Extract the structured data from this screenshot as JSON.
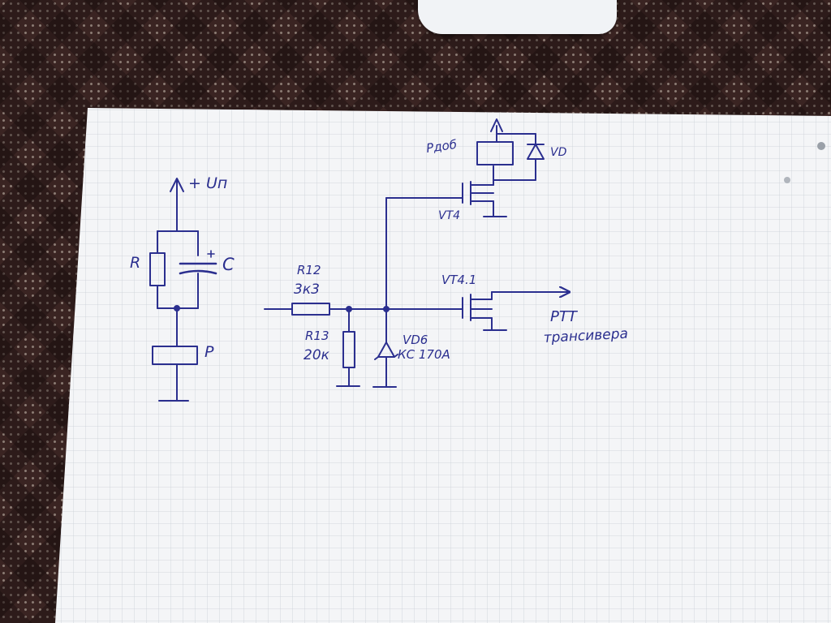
{
  "diagram": {
    "labels": {
      "supply": "+ Uп",
      "resistor_r": "R",
      "capacitor_c": "C",
      "relay_p": "P",
      "r12_name": "R12",
      "r12_value": "3к3",
      "r13_name": "R13",
      "r13_value": "20к",
      "zener_name": "VD6",
      "zener_type": "КС 170А",
      "relay_top": "Рдоб",
      "diode_vd": "VD",
      "vt4": "VT4",
      "vt41": "VT4.1",
      "ptt": "PTT",
      "ptt_sub": "трансивера"
    }
  },
  "colors": {
    "ink": "#2b2f8f",
    "paper": "#f4f5f7",
    "grid": "#c9ced6",
    "table": "#3a2422"
  }
}
